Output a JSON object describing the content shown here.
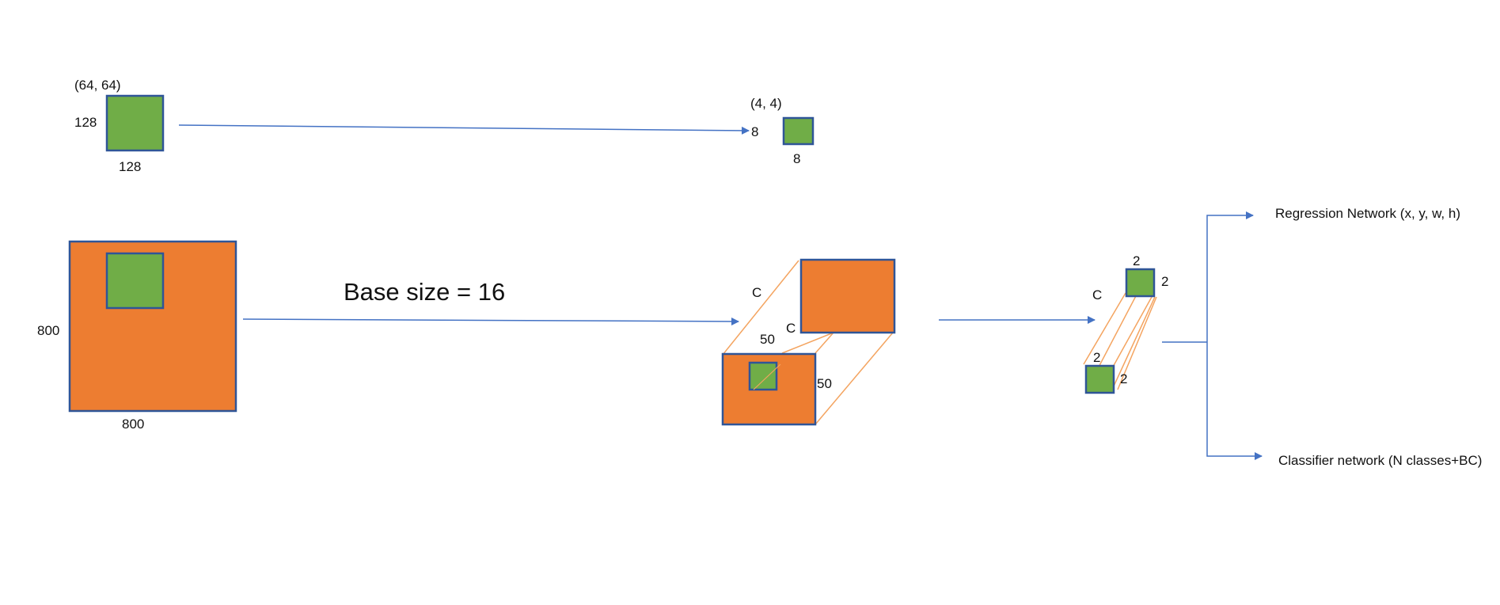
{
  "colors": {
    "orange": "#ED7D31",
    "green": "#70AD47",
    "border": "#2F5597",
    "arrow": "#4472C4",
    "connector": "#F4A460"
  },
  "top_row": {
    "input_coord": "(64, 64)",
    "input_height": "128",
    "input_width": "128",
    "output_coord": "(4, 4)",
    "output_height": "8",
    "output_width": "8"
  },
  "bottom_row": {
    "image_height": "800",
    "image_width": "800",
    "base_size": "Base size = 16",
    "feature_channels_top": "C",
    "feature_channels_mid": "C",
    "feature_width": "50",
    "feature_height": "50",
    "roi_channels": "C",
    "roi_top_width": "2",
    "roi_top_height": "2",
    "roi_bottom_width": "2",
    "roi_bottom_height": "2"
  },
  "heads": {
    "regression": "Regression Network (x, y, w, h)",
    "classifier": "Classifier network (N classes+BC)"
  }
}
